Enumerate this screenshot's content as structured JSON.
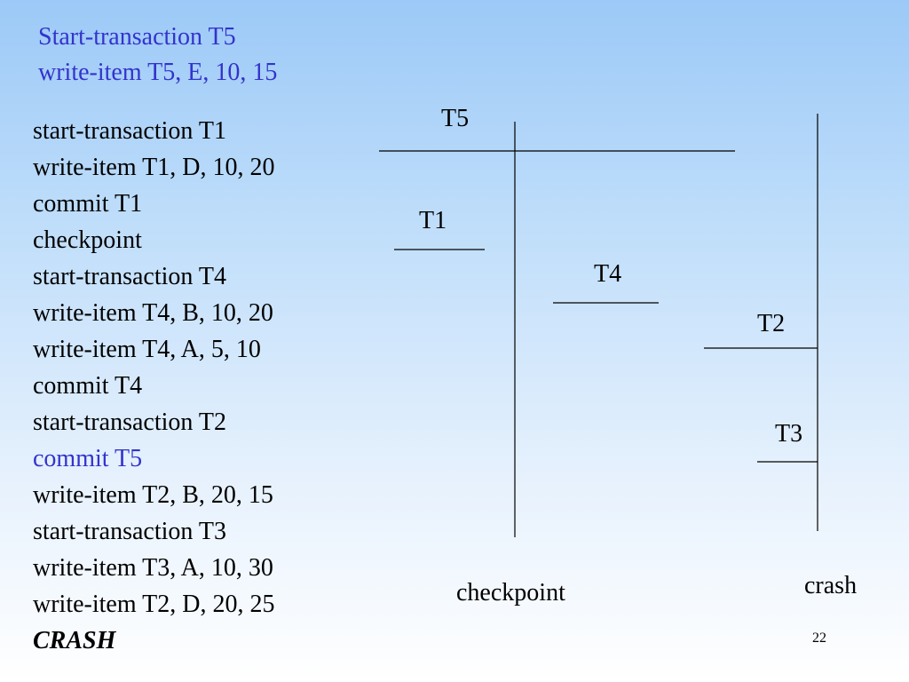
{
  "header": {
    "line1": "Start-transaction T5",
    "line2": "write-item T5, E, 10, 15"
  },
  "log_entries": [
    "start-transaction T1",
    "write-item T1, D, 10, 20",
    "commit T1",
    "checkpoint",
    "start-transaction T4",
    "write-item T4, B, 10, 20",
    "write-item T4, A, 5, 10",
    "commit T4",
    "start-transaction T2",
    "commit T5",
    "write-item T2, B, 20, 15",
    "start-transaction T3",
    "write-item T3, A, 10, 30",
    "write-item T2, D, 20, 25",
    "CRASH"
  ],
  "timeline": {
    "transactions": [
      "T5",
      "T1",
      "T4",
      "T2",
      "T3"
    ],
    "checkpoint_label": "checkpoint",
    "crash_label": "crash"
  },
  "page_number": "22",
  "colors": {
    "highlight_text": "#3333cc",
    "background_top": "#9cc9f7",
    "background_bottom": "#ffffff"
  }
}
